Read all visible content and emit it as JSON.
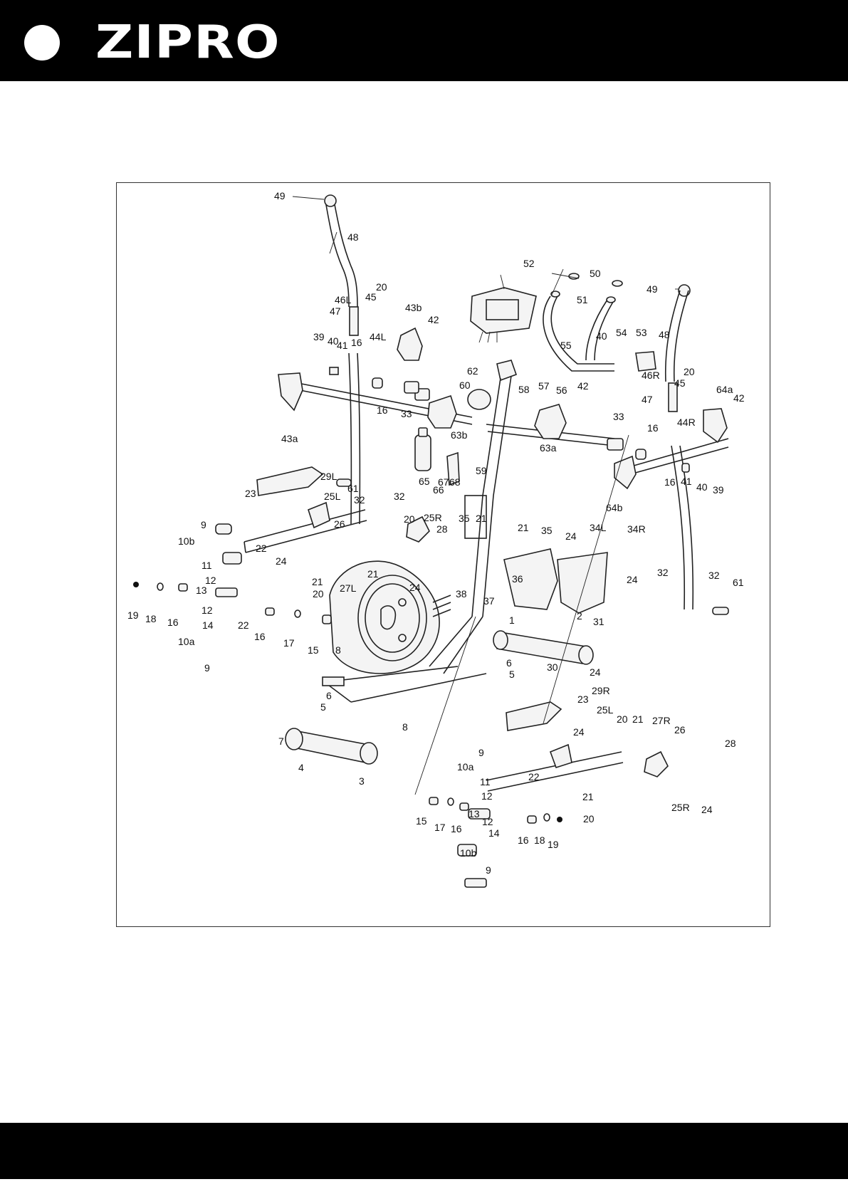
{
  "brand": {
    "name": "ZIPRO"
  },
  "diagram": {
    "labels": {
      "p1": "1",
      "p2": "2",
      "p3": "3",
      "p4": "4",
      "p5a": "5",
      "p5b": "5",
      "p6a": "6",
      "p6b": "6",
      "p7": "7",
      "p8a": "8",
      "p8b": "8",
      "p9a": "9",
      "p9b": "9",
      "p9c": "9",
      "p9d": "9",
      "p10b_l": "10b",
      "p10a_l": "10a",
      "p10a_r": "10a",
      "p10b_r": "10b",
      "p11a": "11",
      "p11b": "11",
      "p12a": "12",
      "p12b": "12",
      "p12c": "12",
      "p12d": "12",
      "p13a": "13",
      "p13b": "13",
      "p14a": "14",
      "p14b": "14",
      "p15a": "15",
      "p15b": "15",
      "p16a": "16",
      "p16b": "16",
      "p16c": "16",
      "p16d": "16",
      "p16e": "16",
      "p16f": "16",
      "p16g": "16",
      "p16h": "16",
      "p17a": "17",
      "p17b": "17",
      "p18a": "18",
      "p18b": "18",
      "p19a": "19",
      "p19b": "19",
      "p20a": "20",
      "p20b": "20",
      "p20c": "20",
      "p20d": "20",
      "p20e": "20",
      "p20f": "20",
      "p21a": "21",
      "p21b": "21",
      "p21c": "21",
      "p21d": "21",
      "p21e": "21",
      "p21f": "21",
      "p22a": "22",
      "p22b": "22",
      "p22c": "22",
      "p23a": "23",
      "p23b": "23",
      "p24a": "24",
      "p24b": "24",
      "p24c": "24",
      "p24d": "24",
      "p24e": "24",
      "p24f": "24",
      "p24g": "24",
      "p25L_a": "25L",
      "p25R_a": "25R",
      "p25L_b": "25L",
      "p25R_b": "25R",
      "p26a": "26",
      "p26b": "26",
      "p27L": "27L",
      "p27R": "27R",
      "p28a": "28",
      "p28b": "28",
      "p29L": "29L",
      "p29R": "29R",
      "p30": "30",
      "p31": "31",
      "p32a": "32",
      "p32b": "32",
      "p32c": "32",
      "p32d": "32",
      "p33a": "33",
      "p33b": "33",
      "p34L": "34L",
      "p34R": "34R",
      "p35a": "35",
      "p35b": "35",
      "p36": "36",
      "p37": "37",
      "p38": "38",
      "p39a": "39",
      "p39b": "39",
      "p40a": "40",
      "p40b": "40",
      "p40c": "40",
      "p41a": "41",
      "p41b": "41",
      "p42a": "42",
      "p42b": "42",
      "p42c": "42",
      "p43a": "43a",
      "p43b": "43b",
      "p44L": "44L",
      "p44R": "44R",
      "p45a": "45",
      "p45b": "45",
      "p46L": "46L",
      "p46R": "46R",
      "p47a": "47",
      "p47b": "47",
      "p48a": "48",
      "p48b": "48",
      "p49a": "49",
      "p49b": "49",
      "p50": "50",
      "p51": "51",
      "p52": "52",
      "p53": "53",
      "p54": "54",
      "p55": "55",
      "p56": "56",
      "p57": "57",
      "p58": "58",
      "p59": "59",
      "p60": "60",
      "p61a": "61",
      "p61b": "61",
      "p62": "62",
      "p63a": "63a",
      "p63b": "63b",
      "p64a": "64a",
      "p64b": "64b",
      "p65": "65",
      "p66": "66",
      "p67": "67",
      "p68": "68"
    }
  }
}
